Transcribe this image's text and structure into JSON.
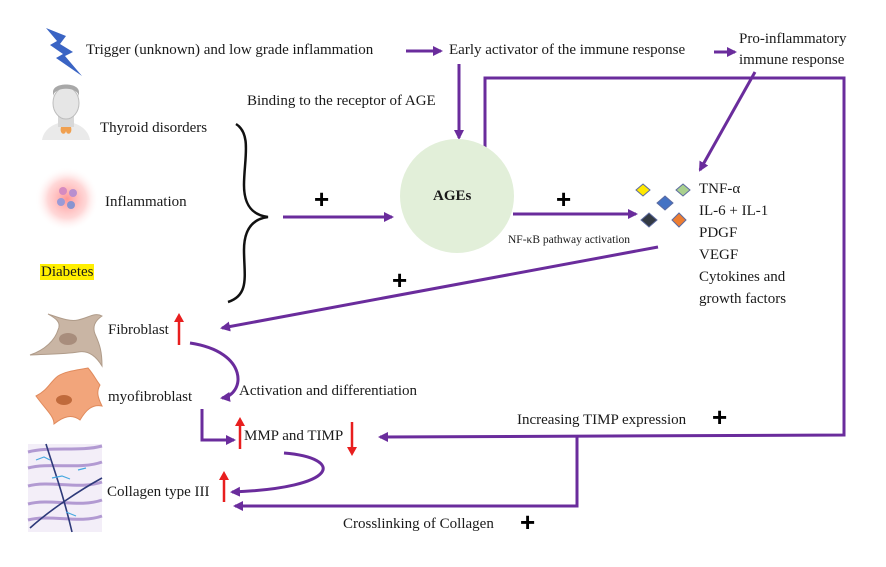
{
  "diagram": {
    "colors": {
      "arrow": "#6a2c9c",
      "ages_circle": "#e2efd9",
      "up_down_arrow": "#e81e1e",
      "highlight": "#ffef00",
      "lightning": "#3a64c4"
    },
    "nodes": {
      "trigger": "Trigger (unknown) and low grade inflammation",
      "early_activator": "Early activator of the immune response",
      "pro_inflammatory_line1": "Pro-inflammatory",
      "pro_inflammatory_line2": "immune response",
      "binding": "Binding to the receptor of AGE",
      "thyroid": "Thyroid disorders",
      "inflammation": "Inflammation",
      "diabetes": "Diabetes",
      "ages": "AGEs",
      "nfkb": "NF-κB pathway activation",
      "fibroblast": "Fibroblast",
      "myofibroblast": "myofibroblast",
      "activation": "Activation and differentiation",
      "mmp_timp": "MMP and TIMP",
      "collagen": "Collagen type III",
      "increasing_timp": "Increasing TIMP expression",
      "crosslinking": "Crosslinking of Collagen"
    },
    "cytokines": [
      "TNF-α",
      "IL-6 + IL-1",
      "PDGF",
      "VEGF",
      "Cytokines and",
      "growth factors"
    ],
    "plus_sign": "+",
    "icons": {
      "trigger": "lightning-icon",
      "thyroid": "person-thyroid-icon",
      "inflammation": "inflammation-cells-icon",
      "fibroblast": "fibroblast-cell-icon",
      "myofibroblast": "myofibroblast-cell-icon",
      "collagen": "collagen-fibers-icon",
      "cytokines": "cytokine-diamonds-icon"
    }
  }
}
